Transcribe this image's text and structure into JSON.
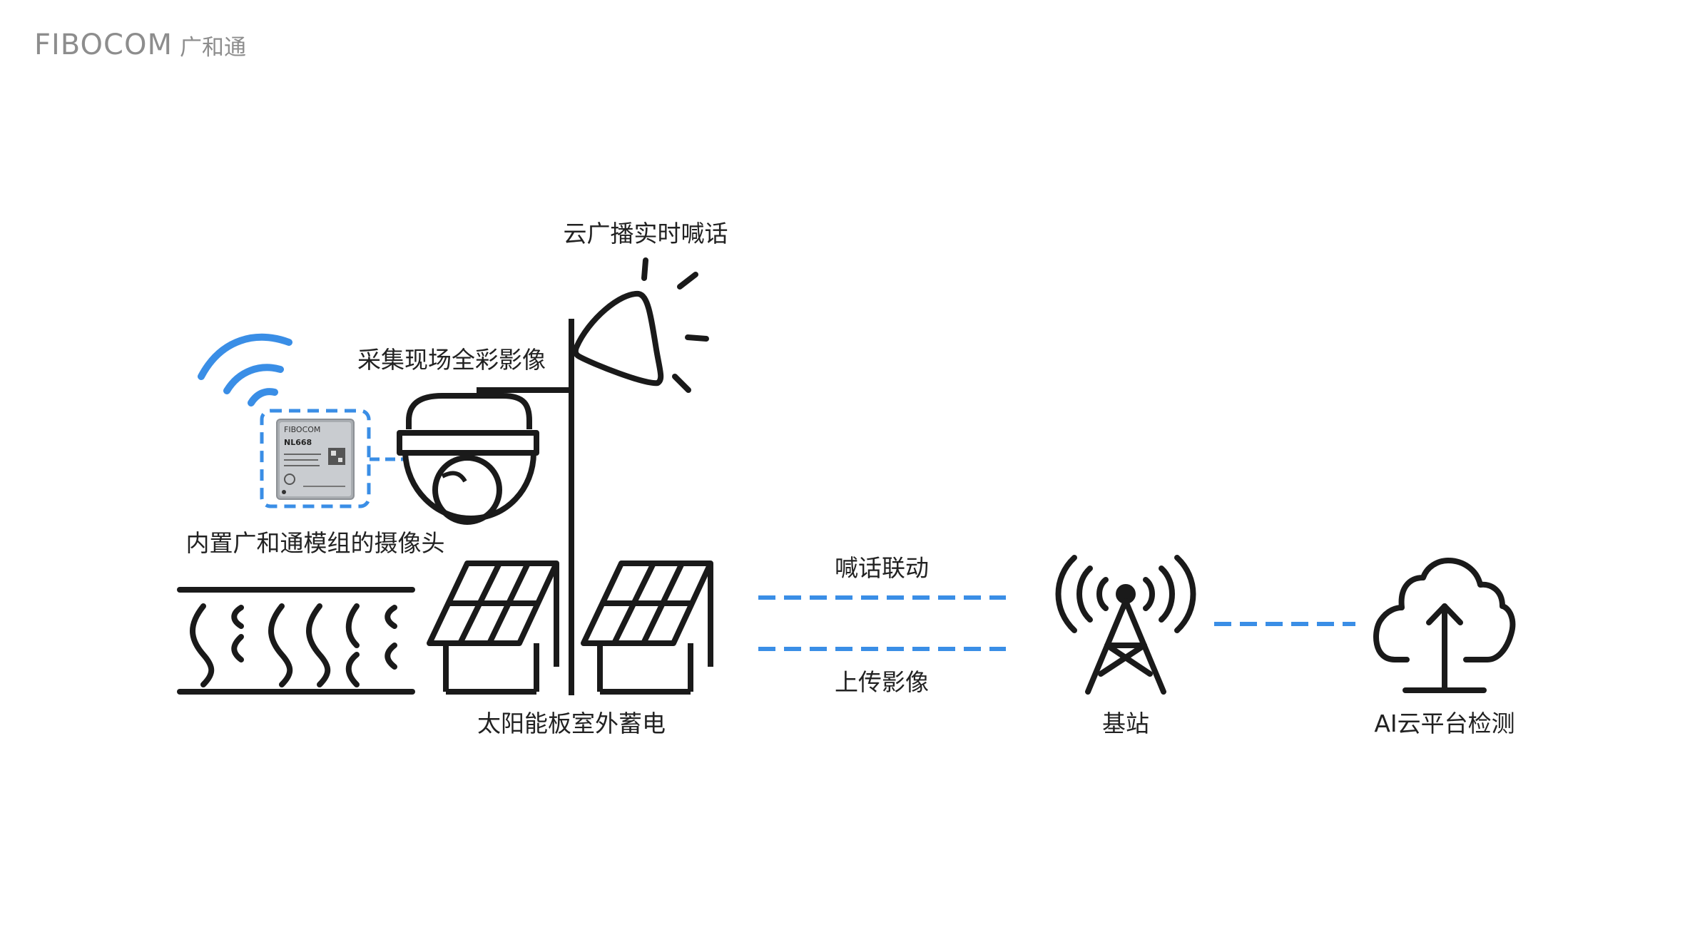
{
  "brand": {
    "logo_word": "FIBOCOM",
    "logo_cn": "广和通"
  },
  "labels": {
    "cloud_broadcast": "云广播实时喊话",
    "capture": "采集现场全彩影像",
    "camera_module": "内置广和通模组的摄像头",
    "solar": "太阳能板室外蓄电",
    "shout_link": "喊话联动",
    "upload": "上传影像",
    "base_station": "基站",
    "ai_cloud": "AI云平台检测"
  },
  "module_chip": {
    "brand": "FIBOCOM",
    "model": "NL668"
  },
  "colors": {
    "stroke": "#1a1a1a",
    "accent_blue": "#3a8ee6",
    "label": "#222222",
    "logo": "#8d8d8d"
  },
  "icons": [
    "wifi-icon",
    "module-chip-icon",
    "dome-camera-icon",
    "speaker-icon",
    "solar-panel-icon",
    "water-waves-icon",
    "base-station-icon",
    "cloud-upload-icon"
  ]
}
